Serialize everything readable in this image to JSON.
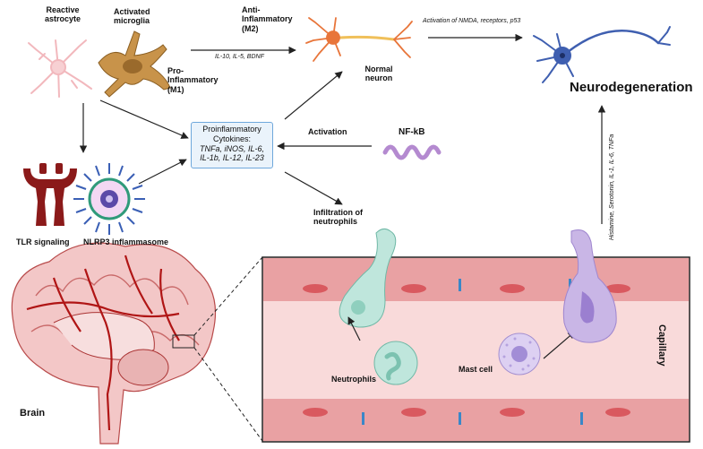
{
  "labels": {
    "reactive_astrocyte": [
      "Reactive",
      "astrocyte"
    ],
    "activated_microglia": [
      "Activated",
      "microglia"
    ],
    "pro_inflammatory": [
      "Pro-",
      "Inflammatory",
      "(M1)"
    ],
    "anti_inflammatory": [
      "Anti-",
      "Inflammatory",
      "(M2)"
    ],
    "m2_factors": "IL-10, IL-5, BDNF",
    "normal_neuron": [
      "Normal",
      "neuron"
    ],
    "activation_nmda": "Activation of NMDA, receptors, p53",
    "neurodegeneration": "Neurodegeneration",
    "cytokines_title": [
      "Proinflammatory",
      "Cytokines:"
    ],
    "cytokines_list": [
      "TNFa, iNOS, IL-6,",
      "IL-1b, IL-12, IL-23"
    ],
    "activation": "Activation",
    "nfkb": "NF-kB",
    "tlr_signaling": "TLR signaling",
    "nlrp3": "NLRP3 inflammasome",
    "infiltration": [
      "Infiltration of",
      "neutrophils"
    ],
    "mediators": "Histamine, Serotonin, IL-1, IL-6, TNFa",
    "brain": "Brain",
    "neutrophils": "Neutrophils",
    "mast_cell": "Mast cell",
    "capillary": "Capillary"
  },
  "colors": {
    "astrocyte": "#f4c2c6",
    "microglia": "#c8934a",
    "neuron_orange": "#e8753a",
    "neuron_blue": "#3f5fb0",
    "tlr": "#8b1a1a",
    "nfkb": "#b48ad0",
    "neutrophil": "#bfe6dc",
    "mast_cell": "#c9b6e6",
    "vessel_wall": "#e9a1a3",
    "vessel_lumen": "#f9dada",
    "brain": "#f3c7c7",
    "artery": "#b01515"
  }
}
